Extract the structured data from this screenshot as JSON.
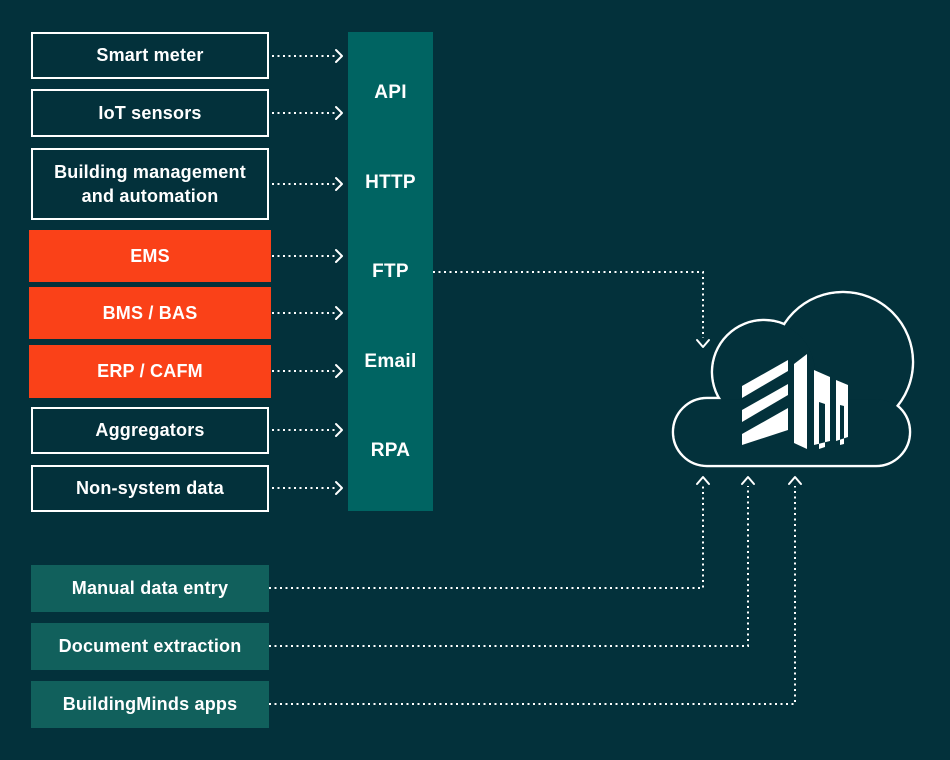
{
  "palette": {
    "background": "#03313B",
    "orange": "#FA4118",
    "column_teal": "#006462",
    "channel_teal": "#11605C",
    "text": "#FFFFFF"
  },
  "sources": [
    {
      "label": "Smart meter",
      "style": "outlined"
    },
    {
      "label": "IoT sensors",
      "style": "outlined"
    },
    {
      "label": "Building management and automation",
      "style": "outlined"
    },
    {
      "label": "EMS",
      "style": "orange"
    },
    {
      "label": "BMS / BAS",
      "style": "orange"
    },
    {
      "label": "ERP / CAFM",
      "style": "orange"
    },
    {
      "label": "Aggregators",
      "style": "outlined"
    },
    {
      "label": "Non-system data",
      "style": "outlined"
    }
  ],
  "protocols": [
    "API",
    "HTTP",
    "FTP",
    "Email",
    "RPA"
  ],
  "channels": [
    "Manual data entry",
    "Document extraction",
    "BuildingMinds apps"
  ],
  "icons": {
    "cloud": "cloud-outline-icon",
    "logo": "buildingminds-building-icon"
  }
}
